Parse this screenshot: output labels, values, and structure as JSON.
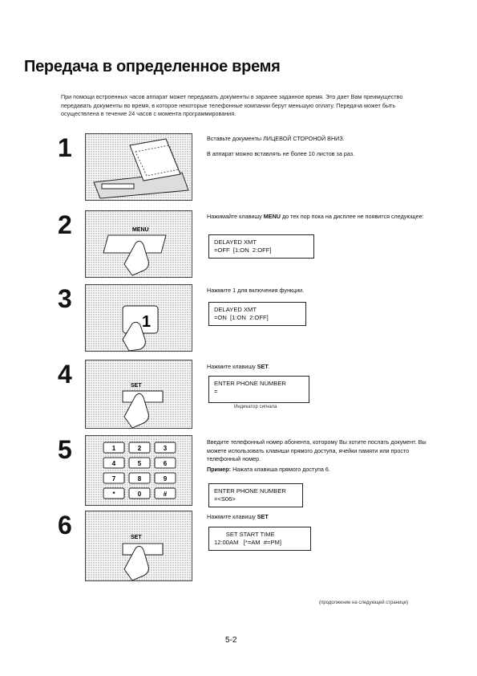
{
  "page": {
    "title": "Передача в определенное время",
    "intro": "При помощи встроенных часов аппарат может передавать документы в заранее заданное время. Это дает Вам преимущество передавать документы во время, в которое некоторые телефонные компании берут меньшую оплату. Передача может быть осуществлена в течение 24 часов с момента программирования.",
    "continued": "(продолжение на следующей странице)",
    "page_number": "5-2"
  },
  "steps": [
    {
      "num": "1",
      "lines": [
        "Вставьте документы ЛИЦЕВОЙ СТОРОНОЙ ВНИЗ.",
        "В аппарат можно вставлять не более 10 листов за раз."
      ]
    },
    {
      "num": "2",
      "pre": "Нажимайте клавишу ",
      "key": "MENU",
      "post": " до тех пор пока на дисплее не появится следующее:",
      "key_label": "MENU",
      "lcd": [
        "DELAYED XMT",
        "=OFF  [1:ON  2:OFF]"
      ]
    },
    {
      "num": "3",
      "text": "Нажмите 1 для включения функции.",
      "key_label": "1",
      "lcd": [
        "DELAYED XMT",
        "=ON  [1:ON  2:OFF]"
      ]
    },
    {
      "num": "4",
      "pre": "Нажмите клавишу ",
      "key": "SET",
      "post": ".",
      "key_label": "SET",
      "lcd": [
        "ENTER PHONE NUMBER",
        "="
      ],
      "caption": "Индикатор сигнала"
    },
    {
      "num": "5",
      "text": "Введите телефонный номер абонента, которому Вы хотите послать документ. Вы можете использовать клавиши прямого доступа, ячейки памяти или просто телефонный номер.",
      "example_label": "Пример:",
      "example_text": " Нажата клавиша прямого доступа 6.",
      "keypad": [
        "1",
        "2",
        "3",
        "4",
        "5",
        "6",
        "7",
        "8",
        "9",
        "*",
        "0",
        "#"
      ],
      "lcd": [
        "ENTER PHONE NUMBER",
        "=<S06>"
      ]
    },
    {
      "num": "6",
      "pre": "Нажмите клавишу ",
      "key": "SET",
      "post": "",
      "key_label": "SET",
      "lcd": [
        "       SET START TIME",
        "12:00AM   [*=AM  #=PM]"
      ]
    }
  ]
}
